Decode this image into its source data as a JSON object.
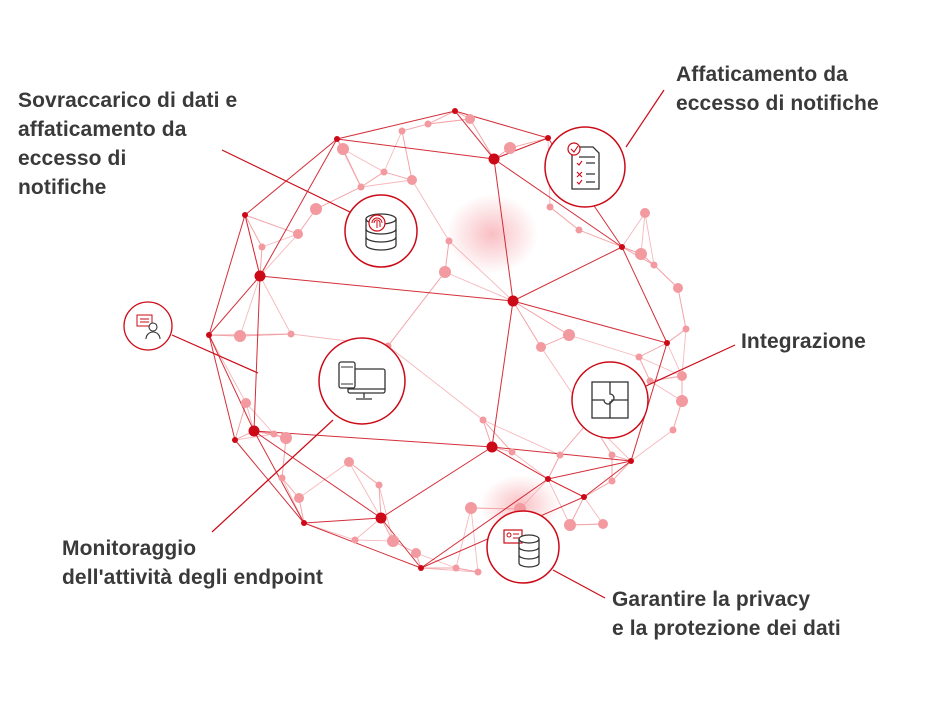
{
  "labels": {
    "data_overload": "Sovraccarico di dati e\naffaticamento da\neccesso di\nnotifiche",
    "notification_fatigue": "Affaticamento da\neccesso di notifiche",
    "integration": "Integrazione",
    "endpoint_monitoring": "Monitoraggio\ndell'attività degli endpoint",
    "privacy": "Garantire la privacy\ne la protezione dei dati"
  },
  "colors": {
    "accent": "#cc0a17",
    "accent_light": "#f29aa0",
    "text": "#3a3a3a",
    "icon": "#333333"
  },
  "icons": [
    "fingerprint-database-icon",
    "checklist-document-icon",
    "computer-monitor-icon",
    "puzzle-icon",
    "id-card-database-icon",
    "certificate-user-icon"
  ]
}
